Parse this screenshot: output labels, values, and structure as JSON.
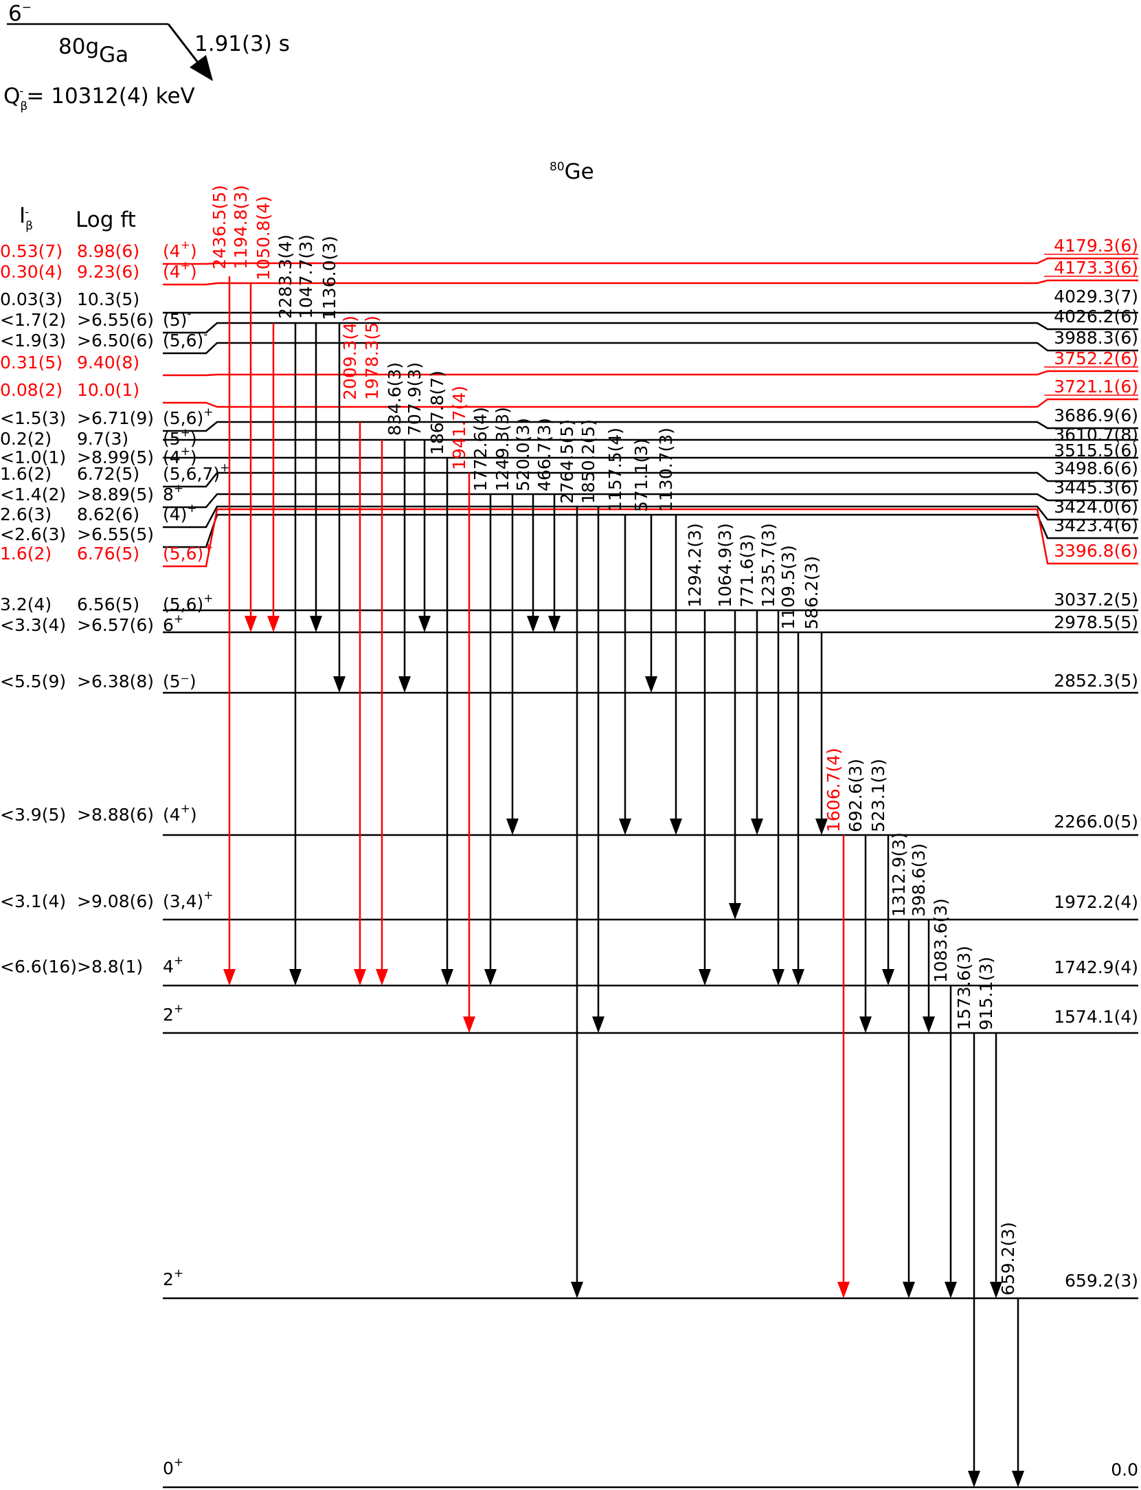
{
  "parent": {
    "spin": "6",
    "spin_sign": "−",
    "mass": "80g",
    "element": "Ga",
    "halflife": "1.91(3) s",
    "q_label": "Q",
    "q_sub": "β",
    "q_sup": "-",
    "q_value": "= 10312(4) keV"
  },
  "daughter": {
    "mass": "80",
    "element": "Ge"
  },
  "headers": {
    "ib": "I",
    "ib_sub": "β",
    "ib_sup": "-",
    "logft": "Log ft"
  },
  "colors": {
    "normal": "#000000",
    "new": "#ff0000"
  },
  "levels": [
    {
      "energy": "4179.3(6)",
      "ib": "0.53(7)",
      "logft": "8.98(6)",
      "jpi": "(4",
      "jpi_sup": "+",
      ")": "",
      "red": true
    },
    {
      "energy": "4173.3(6)",
      "ib": "0.30(4)",
      "logft": "9.23(6)",
      "jpi": "(4",
      "jpi_sup": "+",
      "red": true
    },
    {
      "energy": "4029.3(7)",
      "ib": "0.03(3)",
      "logft": "10.3(5)",
      "jpi": "",
      "jpi_sup": "",
      "red": false
    },
    {
      "energy": "4026.2(6)",
      "ib": "<1.7(2)",
      "logft": ">6.55(6)",
      "jpi": "(5)",
      "jpi_sup": "-",
      "red": false
    },
    {
      "energy": "3988.3(6)",
      "ib": "<1.9(3)",
      "logft": ">6.50(6)",
      "jpi": "(5,6)",
      "jpi_sup": "-",
      "red": false
    },
    {
      "energy": "3752.2(6)",
      "ib": "0.31(5)",
      "logft": "9.40(8)",
      "jpi": "",
      "jpi_sup": "",
      "red": true
    },
    {
      "energy": "3721.1(6)",
      "ib": "0.08(2)",
      "logft": "10.0(1)",
      "jpi": "",
      "jpi_sup": "",
      "red": true
    },
    {
      "energy": "3686.9(6)",
      "ib": "<1.5(3)",
      "logft": ">6.71(9)",
      "jpi": "(5,6)",
      "jpi_sup": "+",
      "red": false
    },
    {
      "energy": "3610.7(8)",
      "ib": "0.2(2)",
      "logft": "9.7(3)",
      "jpi": "(5",
      "jpi_sup": "+",
      "red": false
    },
    {
      "energy": "3515.5(6)",
      "ib": "<1.0(1)",
      "logft": ">8.99(5)",
      "jpi": "(4",
      "jpi_sup": "+",
      "red": false
    },
    {
      "energy": "3498.6(6)",
      "ib": "1.6(2)",
      "logft": "6.72(5)",
      "jpi": "(5,6,7)",
      "jpi_sup": "+",
      "red": false
    },
    {
      "energy": "3445.3(6)",
      "ib": "<1.4(2)",
      "logft": ">8.89(5)",
      "jpi": "8",
      "jpi_sup": "+",
      "red": false
    },
    {
      "energy": "3424.0(6)",
      "ib": "2.6(3)",
      "logft": "8.62(6)",
      "jpi": "(4)",
      "jpi_sup": "+",
      "red": false
    },
    {
      "energy": "3423.4(6)",
      "ib": "<2.6(3)",
      "logft": ">6.55(5)",
      "jpi": "",
      "jpi_sup": "",
      "red": false
    },
    {
      "energy": "3396.8(6)",
      "ib": "1.6(2)",
      "logft": "6.76(5)",
      "jpi": "(5,6)",
      "jpi_sup": "+",
      "red": true
    },
    {
      "energy": "3037.2(5)",
      "ib": "3.2(4)",
      "logft": "6.56(5)",
      "jpi": "(5,6)",
      "jpi_sup": "+",
      "red": false
    },
    {
      "energy": "2978.5(5)",
      "ib": "<3.3(4)",
      "logft": ">6.57(6)",
      "jpi": "6",
      "jpi_sup": "+",
      "red": false
    },
    {
      "energy": "2852.3(5)",
      "ib": "<5.5(9)",
      "logft": ">6.38(8)",
      "jpi": "(5⁻)",
      "jpi_sup": "",
      "red": false
    },
    {
      "energy": "2266.0(5)",
      "ib": "<3.9(5)",
      "logft": ">8.88(6)",
      "jpi": "(4",
      "jpi_sup": "+",
      "red": false
    },
    {
      "energy": "1972.2(4)",
      "ib": "<3.1(4)",
      "logft": ">9.08(6)",
      "jpi": "(3,4)",
      "jpi_sup": "+",
      "red": false
    },
    {
      "energy": "1742.9(4)",
      "ib": "<6.6(16)",
      "logft": ">8.8(1)",
      "jpi": "4",
      "jpi_sup": "+",
      "red": false
    },
    {
      "energy": "1574.1(4)",
      "ib": "",
      "logft": "",
      "jpi": "2",
      "jpi_sup": "+",
      "red": false
    },
    {
      "energy": "659.2(3)",
      "ib": "",
      "logft": "",
      "jpi": "2",
      "jpi_sup": "+",
      "red": false
    },
    {
      "energy": "0.0",
      "ib": "",
      "logft": "",
      "jpi": "0",
      "jpi_sup": "+",
      "red": false
    }
  ],
  "gammas": [
    {
      "energy": "2436.5(5)",
      "red": true
    },
    {
      "energy": "1194.8(3)",
      "red": true
    },
    {
      "energy": "1050.8(4)",
      "red": true
    },
    {
      "energy": "2283.3(4)",
      "red": false
    },
    {
      "energy": "1047.7(3)",
      "red": false
    },
    {
      "energy": "1136.0(3)",
      "red": false
    },
    {
      "energy": "2009.3(4)",
      "red": true
    },
    {
      "energy": "1978.3(5)",
      "red": true
    },
    {
      "energy": "834.6(3)",
      "red": false
    },
    {
      "energy": "707.9(3)",
      "red": false
    },
    {
      "energy": "1867.8(7)",
      "red": false
    },
    {
      "energy": "1941.7(4)",
      "red": true
    },
    {
      "energy": "1772.6(4)",
      "red": false
    },
    {
      "energy": "1249.3(3)",
      "red": false
    },
    {
      "energy": "520.0(3)",
      "red": false
    },
    {
      "energy": "466.7(3)",
      "red": false
    },
    {
      "energy": "2764.5(5)",
      "red": false
    },
    {
      "energy": "1850.2(5)",
      "red": false
    },
    {
      "energy": "1157.5(4)",
      "red": false
    },
    {
      "energy": "571.1(3)",
      "red": false
    },
    {
      "energy": "1130.7(3)",
      "red": false
    },
    {
      "energy": "1294.2(3)",
      "red": false
    },
    {
      "energy": "1064.9(3)",
      "red": false
    },
    {
      "energy": "771.6(3)",
      "red": false
    },
    {
      "energy": "1235.7(3)",
      "red": false
    },
    {
      "energy": "1109.5(3)",
      "red": false
    },
    {
      "energy": "586.2(3)",
      "red": false
    },
    {
      "energy": "1606.7(4)",
      "red": true
    },
    {
      "energy": "692.6(3)",
      "red": false
    },
    {
      "energy": "523.1(3)",
      "red": false
    },
    {
      "energy": "1312.9(3)",
      "red": false
    },
    {
      "energy": "398.6(3)",
      "red": false
    },
    {
      "energy": "1083.6(3)",
      "red": false
    },
    {
      "energy": "1573.6(3)",
      "red": false
    },
    {
      "energy": "915.1(3)",
      "red": false
    },
    {
      "energy": "659.2(3)",
      "red": false
    }
  ]
}
